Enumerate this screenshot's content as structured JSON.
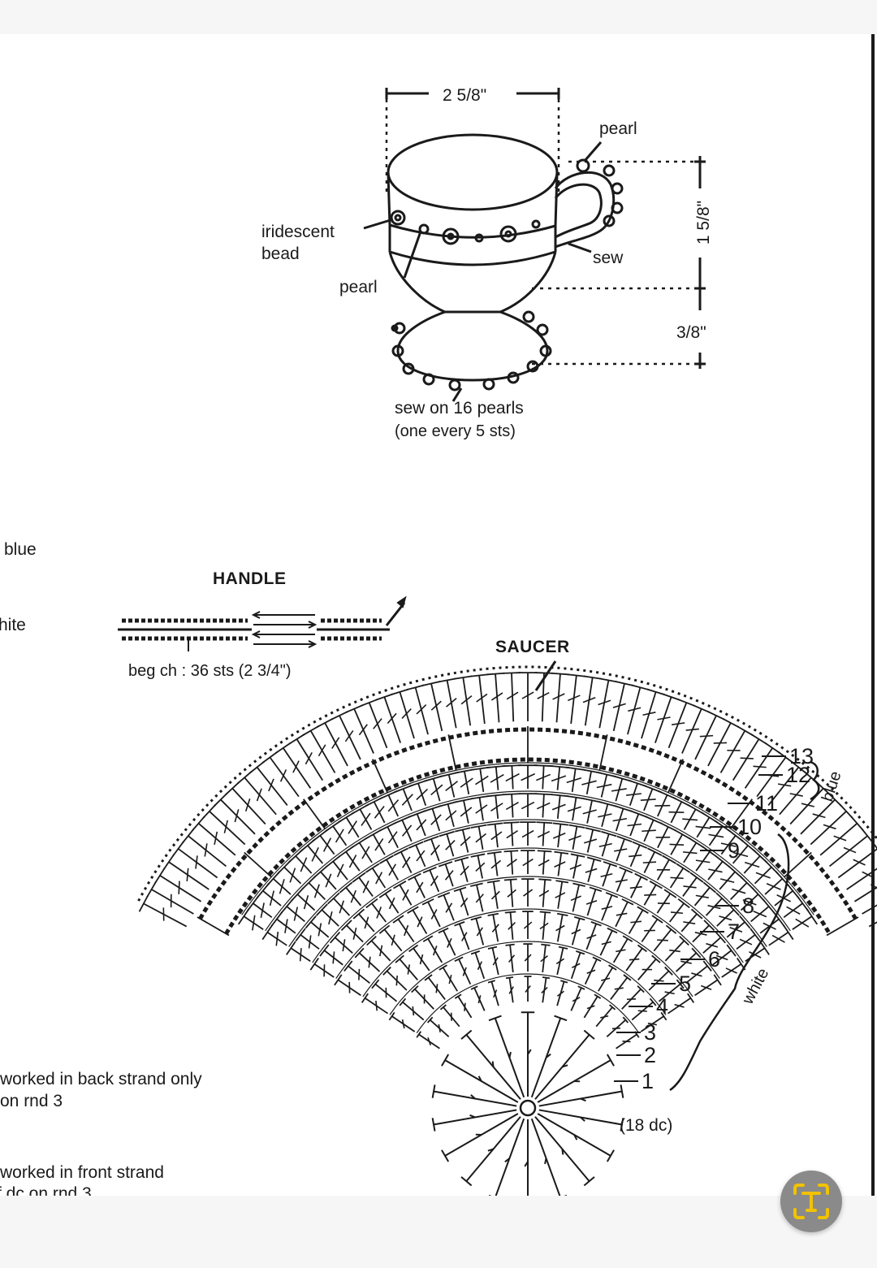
{
  "cup": {
    "width_label": "2 5/8\"",
    "height_label": "1 5/8\"",
    "base_label": "3/8\"",
    "pearl_top": "pearl",
    "iridescent_line1": "iridescent",
    "iridescent_line2": "bead",
    "pearl_left": "pearl",
    "sew": "sew",
    "sew_pearls_line1": "sew on 16 pearls",
    "sew_pearls_line2": "(one every 5 sts)"
  },
  "legend": {
    "blue": "blue",
    "white": "hite",
    "back_strand_line1": "worked in back strand only",
    "back_strand_line2": "on rnd 3",
    "front_strand_line1": "worked in front strand",
    "front_strand_line2": "f dc on rnd 3"
  },
  "handle": {
    "title": "HANDLE",
    "beg_ch": "beg ch : 36 sts (2 3/4\")"
  },
  "saucer": {
    "title": "SAUCER",
    "rounds": [
      "1",
      "2",
      "3",
      "4",
      "5",
      "6",
      "7",
      "8",
      "9",
      "10",
      "11",
      "12",
      "13"
    ],
    "blue_label": "blue",
    "white_label": "white",
    "center_count": "(18 dc)"
  },
  "colors": {
    "ink": "#1a1a1a",
    "paper": "#ffffff",
    "viewer_bg": "#f6f6f6",
    "button_bg": "#8a8a8a",
    "button_icon": "#f2c200"
  },
  "icons": {
    "text_button": "text-recognition-icon"
  }
}
